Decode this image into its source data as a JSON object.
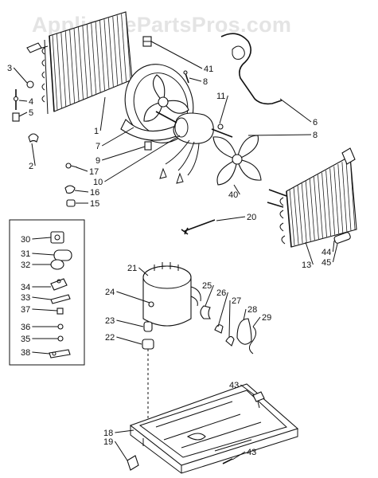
{
  "watermark": "AppliancePartsPros.com",
  "callouts": [
    {
      "id": "c1",
      "text": "1"
    },
    {
      "id": "c2",
      "text": "2"
    },
    {
      "id": "c3",
      "text": "3"
    },
    {
      "id": "c4",
      "text": "4"
    },
    {
      "id": "c5",
      "text": "5"
    },
    {
      "id": "c6",
      "text": "6"
    },
    {
      "id": "c7",
      "text": "7"
    },
    {
      "id": "c8a",
      "text": "8"
    },
    {
      "id": "c8b",
      "text": "8"
    },
    {
      "id": "c9",
      "text": "9"
    },
    {
      "id": "c10",
      "text": "10"
    },
    {
      "id": "c11",
      "text": "11"
    },
    {
      "id": "c13",
      "text": "13"
    },
    {
      "id": "c15",
      "text": "15"
    },
    {
      "id": "c16",
      "text": "16"
    },
    {
      "id": "c17",
      "text": "17"
    },
    {
      "id": "c18",
      "text": "18"
    },
    {
      "id": "c19",
      "text": "19"
    },
    {
      "id": "c20",
      "text": "20"
    },
    {
      "id": "c21",
      "text": "21"
    },
    {
      "id": "c22",
      "text": "22"
    },
    {
      "id": "c23",
      "text": "23"
    },
    {
      "id": "c24",
      "text": "24"
    },
    {
      "id": "c25",
      "text": "25"
    },
    {
      "id": "c26",
      "text": "26"
    },
    {
      "id": "c27",
      "text": "27"
    },
    {
      "id": "c28",
      "text": "28"
    },
    {
      "id": "c29",
      "text": "29"
    },
    {
      "id": "c30",
      "text": "30"
    },
    {
      "id": "c31",
      "text": "31"
    },
    {
      "id": "c32",
      "text": "32"
    },
    {
      "id": "c33",
      "text": "33"
    },
    {
      "id": "c34",
      "text": "34"
    },
    {
      "id": "c35",
      "text": "35"
    },
    {
      "id": "c36",
      "text": "36"
    },
    {
      "id": "c37",
      "text": "37"
    },
    {
      "id": "c38",
      "text": "38"
    },
    {
      "id": "c40",
      "text": "40"
    },
    {
      "id": "c41",
      "text": "41"
    },
    {
      "id": "c43a",
      "text": "43"
    },
    {
      "id": "c43b",
      "text": "43"
    },
    {
      "id": "c44",
      "text": "44"
    },
    {
      "id": "c45",
      "text": "45"
    }
  ]
}
